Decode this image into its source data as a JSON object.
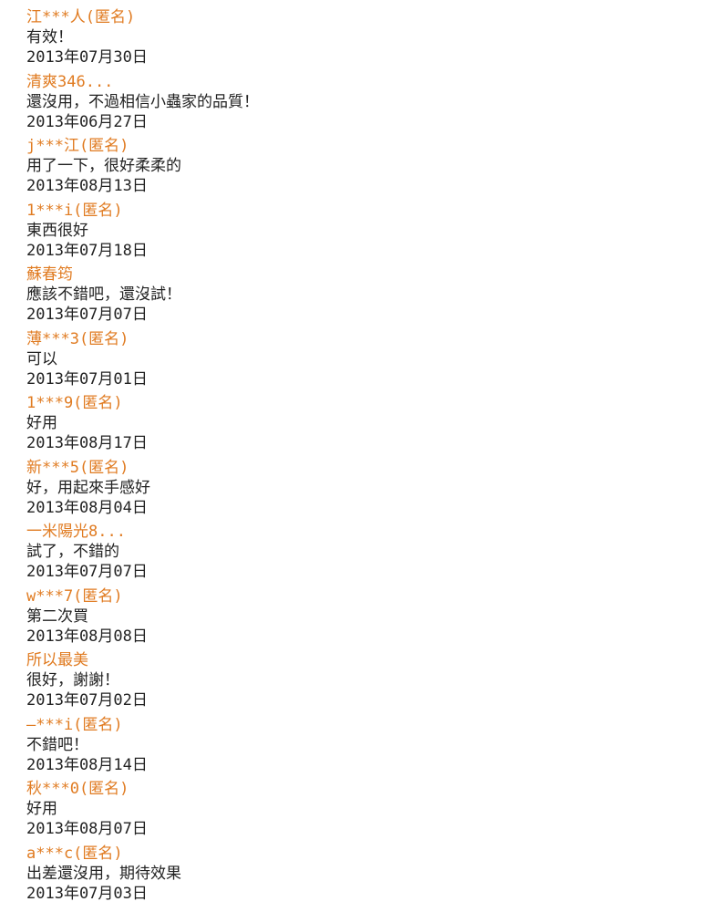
{
  "colors": {
    "reviewer": "#e07b21",
    "text": "#222222",
    "background": "#ffffff"
  },
  "reviews": [
    {
      "reviewer": "江***人(匿名)",
      "comment": "有效！",
      "date": "2013年07月30日"
    },
    {
      "reviewer": "清爽346...",
      "comment": "還沒用，不過相信小蟲家的品質！",
      "date": "2013年06月27日"
    },
    {
      "reviewer": "j***江(匿名)",
      "comment": "用了一下，很好柔柔的",
      "date": "2013年08月13日"
    },
    {
      "reviewer": "1***i(匿名)",
      "comment": "東西很好",
      "date": "2013年07月18日"
    },
    {
      "reviewer": "蘇春筠",
      "comment": "應該不錯吧，還沒試！",
      "date": "2013年07月07日"
    },
    {
      "reviewer": "薄***3(匿名)",
      "comment": "可以",
      "date": "2013年07月01日"
    },
    {
      "reviewer": "1***9(匿名)",
      "comment": "好用",
      "date": "2013年08月17日"
    },
    {
      "reviewer": "新***5(匿名)",
      "comment": "好，用起來手感好",
      "date": "2013年08月04日"
    },
    {
      "reviewer": "一米陽光8...",
      "comment": "試了，不錯的",
      "date": "2013年07月07日"
    },
    {
      "reviewer": "w***7(匿名)",
      "comment": "第二次買",
      "date": "2013年08月08日"
    },
    {
      "reviewer": "所以最美",
      "comment": "很好，謝謝！",
      "date": "2013年07月02日"
    },
    {
      "reviewer": "—***i(匿名)",
      "comment": "不錯吧！",
      "date": "2013年08月14日"
    },
    {
      "reviewer": "秋***0(匿名)",
      "comment": "好用",
      "date": "2013年08月07日"
    },
    {
      "reviewer": "a***c(匿名)",
      "comment": "出差還沒用，期待效果",
      "date": "2013年07月03日"
    }
  ]
}
